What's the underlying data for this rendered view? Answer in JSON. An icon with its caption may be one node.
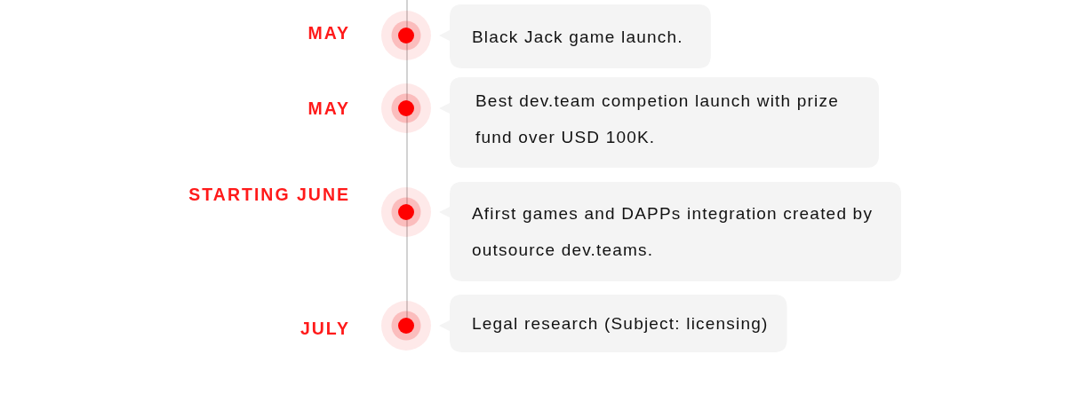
{
  "diagram": {
    "nodes": [
      {
        "text": [
          "Black Jack game launch."
        ]
      },
      {
        "text": [
          "Best dev.team competion launch with prize fund over USD 100K."
        ]
      },
      {
        "text": [
          "Afirst games and DAPPs integration created by outsource dev.teams."
        ]
      },
      {
        "text": [
          "Legal research (Subject: licensing)"
        ]
      }
    ],
    "labels": [
      "MAY",
      "MAY",
      "STARTING JUNE",
      "JULY"
    ]
  }
}
